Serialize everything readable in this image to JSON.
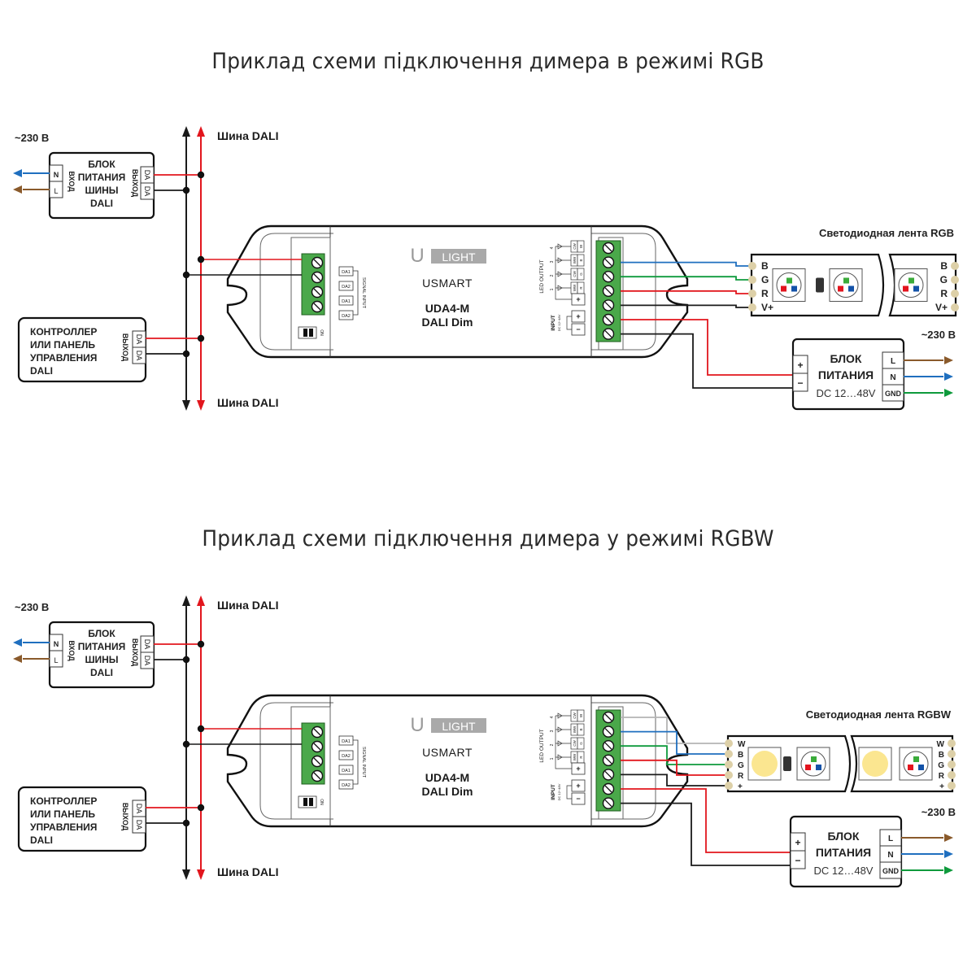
{
  "diagrams": [
    {
      "title": "Приклад схеми підключення димера в режимі RGB",
      "mains_label": "~230 В",
      "bus_label_top": "Шина DALI",
      "bus_label_bottom": "Шина DALI",
      "bus_psu": {
        "lines": [
          "БЛОК",
          "ПИТАНИЯ",
          "ШИНЫ",
          "DALI"
        ],
        "input_label": "ВХОД",
        "output_label": "ВЫХОД",
        "input_terminals": [
          "N",
          "L"
        ],
        "output_terminals": [
          "DA",
          "DA"
        ]
      },
      "controller": {
        "lines": [
          "КОНТРОЛЛЕР",
          "ИЛИ ПАНЕЛЬ",
          "УПРАВЛЕНИЯ",
          "DALI"
        ],
        "output_label": "ВЫХОД",
        "output_terminals": [
          "DA",
          "DA"
        ]
      },
      "dimmer": {
        "brand_u": "U",
        "brand_light": "LIGHT",
        "maker": "USMART",
        "model": "UDA4-M",
        "type": "DALI Dim",
        "signal_input_label": "SIGNAL INPUT",
        "signal_terminals": [
          "DA1",
          "DA2",
          "DA1",
          "DA2"
        ],
        "dip_labels": [
          "1",
          "2",
          "ON"
        ],
        "led_output_label": "LED OUTPUT",
        "channels": [
          {
            "num": "4",
            "a": "CW",
            "b": "W"
          },
          {
            "num": "3",
            "a": "WW",
            "b": "B"
          },
          {
            "num": "2",
            "a": "CW",
            "b": "G"
          },
          {
            "num": "1",
            "a": "WW",
            "b": "R"
          }
        ],
        "common_plus": "+",
        "input_label": "INPUT",
        "input_sub": "DC 12~48V",
        "input_terminals": [
          "+",
          "−"
        ]
      },
      "strip": {
        "label": "Светодиодная лента RGB",
        "pins": [
          "B",
          "G",
          "R",
          "V+"
        ]
      },
      "led_psu": {
        "lines": [
          "БЛОК",
          "ПИТАНИЯ"
        ],
        "voltage": "DC 12…48V",
        "dc_terminals": [
          "+",
          "−"
        ],
        "ac_terminals": [
          "L",
          "N",
          "GND"
        ],
        "mains_label": "~230 В"
      }
    },
    {
      "title": "Приклад схеми підключення димера у режимі RGBW",
      "mains_label": "~230 В",
      "bus_label_top": "Шина DALI",
      "bus_label_bottom": "Шина DALI",
      "bus_psu": {
        "lines": [
          "БЛОК",
          "ПИТАНИЯ",
          "ШИНЫ",
          "DALI"
        ],
        "input_label": "ВХОД",
        "output_label": "ВЫХОД",
        "input_terminals": [
          "N",
          "L"
        ],
        "output_terminals": [
          "DA",
          "DA"
        ]
      },
      "controller": {
        "lines": [
          "КОНТРОЛЛЕР",
          "ИЛИ ПАНЕЛЬ",
          "УПРАВЛЕНИЯ",
          "DALI"
        ],
        "output_label": "ВЫХОД",
        "output_terminals": [
          "DA",
          "DA"
        ]
      },
      "dimmer": {
        "brand_u": "U",
        "brand_light": "LIGHT",
        "maker": "USMART",
        "model": "UDA4-M",
        "type": "DALI Dim",
        "signal_input_label": "SIGNAL INPUT",
        "signal_terminals": [
          "DA1",
          "DA2",
          "DA1",
          "DA2"
        ],
        "dip_labels": [
          "1",
          "2",
          "ON"
        ],
        "led_output_label": "LED OUTPUT",
        "channels": [
          {
            "num": "4",
            "a": "CW",
            "b": "W"
          },
          {
            "num": "3",
            "a": "WW",
            "b": "B"
          },
          {
            "num": "2",
            "a": "CW",
            "b": "G"
          },
          {
            "num": "1",
            "a": "WW",
            "b": "R"
          }
        ],
        "common_plus": "+",
        "input_label": "INPUT",
        "input_sub": "DC 12~48V",
        "input_terminals": [
          "+",
          "−"
        ]
      },
      "strip": {
        "label": "Светодиодная лента RGBW",
        "pins": [
          "W",
          "B",
          "G",
          "R",
          "+"
        ]
      },
      "led_psu": {
        "lines": [
          "БЛОК",
          "ПИТАНИЯ"
        ],
        "voltage": "DC 12…48V",
        "dc_terminals": [
          "+",
          "−"
        ],
        "ac_terminals": [
          "L",
          "N",
          "GND"
        ],
        "mains_label": "~230 В"
      }
    }
  ],
  "colors": {
    "bus_red": "#e2161d",
    "bus_black": "#1a1a1a",
    "wire_blue": "#1f6fbf",
    "wire_green": "#0e9a3c",
    "wire_brown": "#8a5a2b",
    "wire_grey": "#b4b4b4",
    "terminal_green": "#4aa84a",
    "pad_tan": "#ddd0a8",
    "led_red": "#e3141e",
    "led_green": "#3aab3a",
    "led_blue": "#1352a8",
    "led_warm": "#fbe690"
  }
}
